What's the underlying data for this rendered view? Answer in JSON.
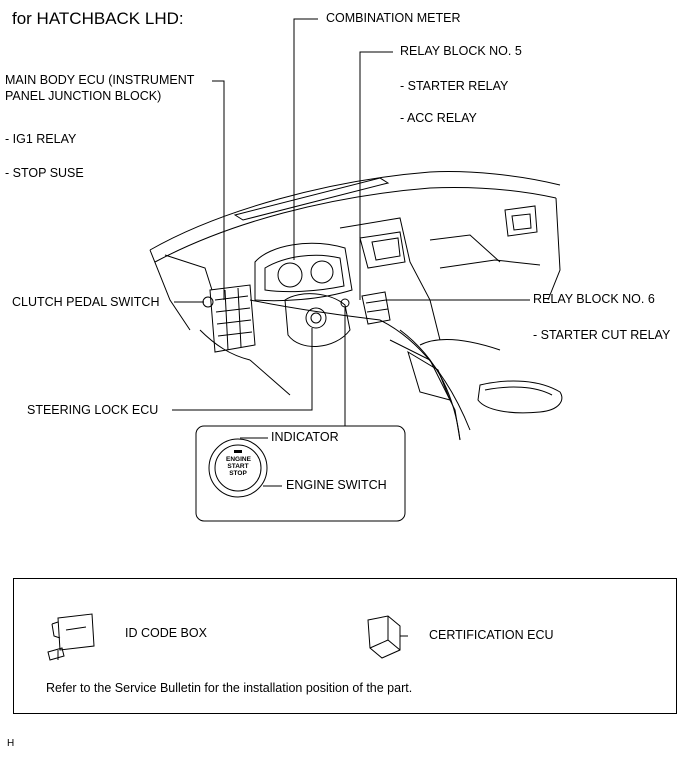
{
  "title": "for HATCHBACK LHD:",
  "labels": {
    "combination_meter": "COMBINATION METER",
    "relay_block_5": "RELAY BLOCK NO. 5",
    "starter_relay": "- STARTER RELAY",
    "acc_relay": "- ACC RELAY",
    "main_body_ecu_line1": "MAIN BODY ECU (INSTRUMENT",
    "main_body_ecu_line2": "PANEL JUNCTION BLOCK)",
    "ig1_relay": "- IG1 RELAY",
    "stop_fuse": "- STOP SUSE",
    "clutch_pedal_switch": "CLUTCH PEDAL SWITCH",
    "relay_block_6": "RELAY BLOCK NO. 6",
    "starter_cut_relay": "- STARTER CUT RELAY",
    "steering_lock_ecu": "STEERING LOCK ECU",
    "indicator": "INDICATOR",
    "engine_switch": "ENGINE SWITCH",
    "button_text_1": "ENGINE",
    "button_text_2": "START",
    "button_text_3": "STOP"
  },
  "legend": {
    "id_code_box": "ID CODE BOX",
    "certification_ecu": "CERTIFICATION ECU",
    "note": "Refer to the Service Bulletin for the installation position of the part."
  },
  "figure_code": "H"
}
